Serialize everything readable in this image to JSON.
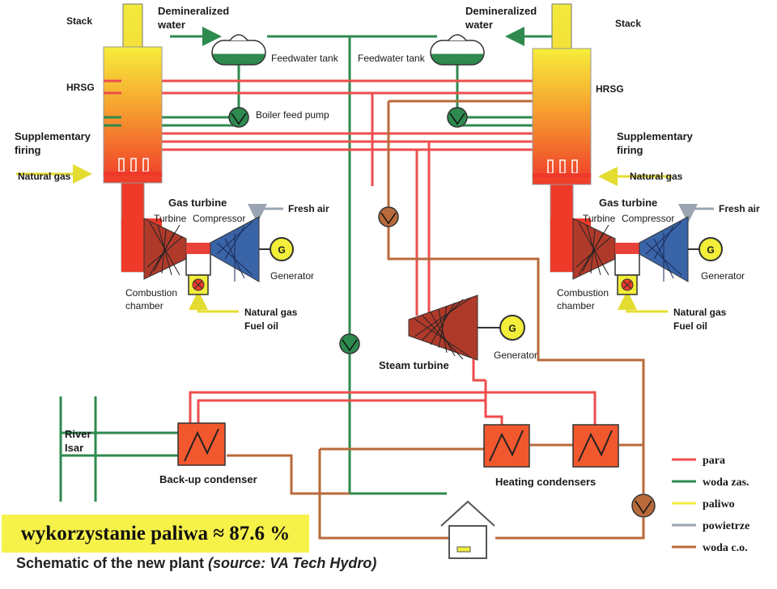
{
  "labels": {
    "stack": "Stack",
    "demin_water": [
      "Demineralized",
      "water"
    ],
    "feedwater_tank": "Feedwater tank",
    "hrsg": "HRSG",
    "boiler_feed_pump": "Boiler feed pump",
    "supplementary_firing": [
      "Supplementary",
      "firing"
    ],
    "natural_gas": "Natural gas",
    "gas_turbine": "Gas turbine",
    "turbine": "Turbine",
    "compressor": "Compressor",
    "fresh_air": "Fresh air",
    "generator": "Generator",
    "generator_symbol": "G",
    "combustion_chamber": [
      "Combustion",
      "chamber"
    ],
    "natural_gas_fuel_oil": [
      "Natural gas",
      "Fuel oil"
    ],
    "steam_turbine": "Steam turbine",
    "river_isar": [
      "River",
      "Isar"
    ],
    "backup_condenser": "Back-up condenser",
    "heating_condensers": "Heating condensers"
  },
  "legend": [
    {
      "label": "para",
      "color": "#ee4d4d"
    },
    {
      "label": "woda zas.",
      "color": "#2e8a4f"
    },
    {
      "label": "paliwo",
      "color": "#f2ee3a"
    },
    {
      "label": "powietrze",
      "color": "#9aa4b2"
    },
    {
      "label": "woda c.o.",
      "color": "#b86a3a"
    }
  ],
  "banner": "wykorzystanie paliwa ≈ 87.6 %",
  "caption": {
    "main": "Schematic of the new plant ",
    "source": "(source: VA Tech Hydro)"
  }
}
